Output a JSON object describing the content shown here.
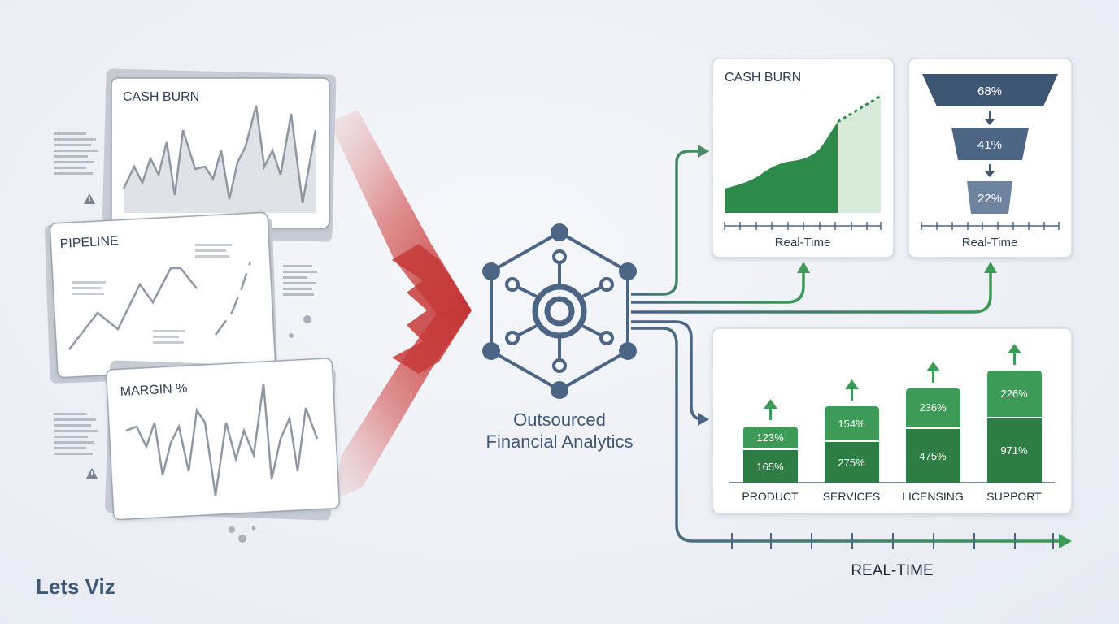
{
  "brand": "Lets Viz",
  "hub": {
    "line1": "Outsourced",
    "line2": "Financial Analytics"
  },
  "input_panels": [
    {
      "title": "CASH BURN"
    },
    {
      "title": "PIPELINE"
    },
    {
      "title": "MARGIN %"
    }
  ],
  "output_cash_burn": {
    "title": "CASH BURN",
    "axis_label": "Real-Time"
  },
  "output_funnel": {
    "axis_label": "Real-Time",
    "stages": [
      "68%",
      "41%",
      "22%"
    ]
  },
  "output_bars": {
    "categories": [
      "PRODUCT",
      "SERVICES",
      "LICENSING",
      "SUPPORT"
    ],
    "top_labels": [
      "123%",
      "154%",
      "236%",
      "226%"
    ],
    "bottom_labels": [
      "165%",
      "275%",
      "475%",
      "971%"
    ]
  },
  "timeline_label": "REAL-TIME",
  "colors": {
    "green_dark": "#2e7d44",
    "green_mid": "#3d9a57",
    "green_light": "#d8ead9",
    "slate": "#4d6584",
    "red": "#c62d2d"
  }
}
